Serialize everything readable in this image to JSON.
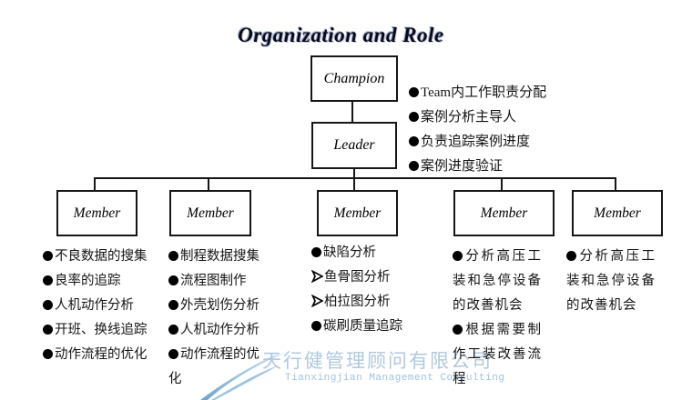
{
  "title": "Organization and Role",
  "org": {
    "champion_label": "Champion",
    "leader_label": "Leader",
    "member_labels": [
      "Member",
      "Member",
      "Member",
      "Member",
      "Member"
    ]
  },
  "leader_roles": {
    "items": [
      "Team内工作职责分配",
      "案例分析主导人",
      "负责追踪案例进度",
      "案例进度验证"
    ]
  },
  "member_lists": [
    {
      "items": [
        {
          "bullet": "dot",
          "text": "不良数据的搜集"
        },
        {
          "bullet": "dot",
          "text": "良率的追踪"
        },
        {
          "bullet": "dot",
          "text": "人机动作分析"
        },
        {
          "bullet": "dot",
          "text": "开班、换线追踪"
        },
        {
          "bullet": "dot",
          "text": "动作流程的优化"
        }
      ]
    },
    {
      "items": [
        {
          "bullet": "dot",
          "text": "制程数据搜集"
        },
        {
          "bullet": "dot",
          "text": "流程图制作"
        },
        {
          "bullet": "dot",
          "text": "外壳划伤分析"
        },
        {
          "bullet": "dot",
          "text": "人机动作分析"
        },
        {
          "bullet": "dot",
          "text": "动作流程的优化"
        }
      ]
    },
    {
      "items": [
        {
          "bullet": "dot",
          "text": "缺陷分析"
        },
        {
          "bullet": "arrow",
          "text": "鱼骨图分析"
        },
        {
          "bullet": "arrow",
          "text": "柏拉图分析"
        },
        {
          "bullet": "dot",
          "text": "碳刷质量追踪"
        }
      ]
    },
    {
      "items": [
        {
          "bullet": "dot",
          "text": "分析高压工装和急停设备的改善机会"
        },
        {
          "bullet": "dot",
          "text": "根据需要制作工装改善流程"
        }
      ]
    },
    {
      "items": [
        {
          "bullet": "dot",
          "text": "分析高压工装和急停设备的改善机会"
        }
      ]
    }
  ],
  "watermark": {
    "company_cn": "天行健管理顾问有限公司",
    "company_en": "Tianxingjian Management Consulting",
    "text_color_cn": "#b0c9df",
    "text_color_en": "#9cc3e2",
    "logo_color_dark": "#6fa4cc",
    "logo_color_light": "#cfe4f2"
  }
}
